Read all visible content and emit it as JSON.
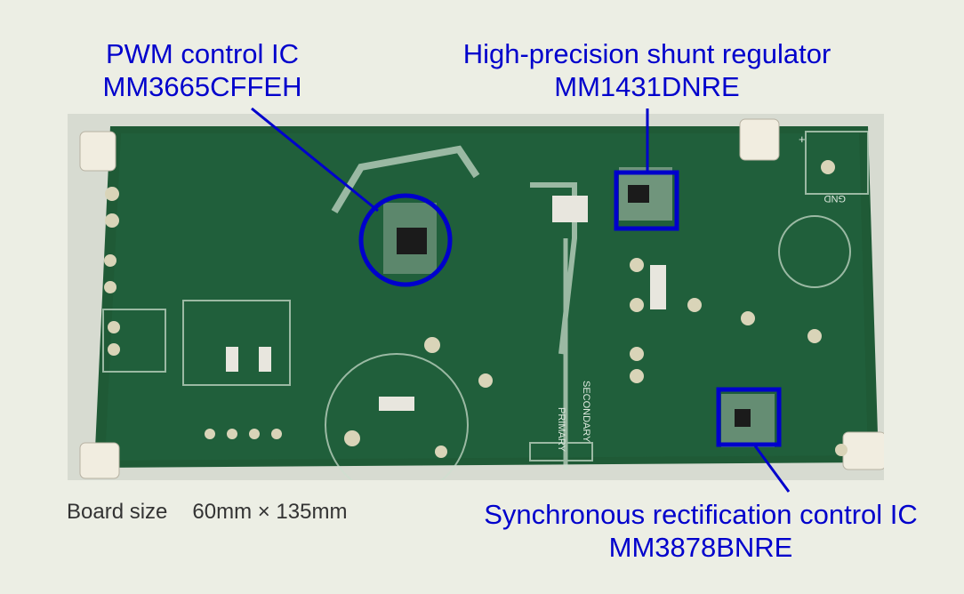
{
  "callouts": {
    "pwm": {
      "title": "PWM control IC",
      "part": "MM3665CFFEH"
    },
    "shunt": {
      "title": "High-precision shunt regulator",
      "part": "MM1431DNRE"
    },
    "sync": {
      "title": "Synchronous rectification control IC",
      "part": "MM3878BNRE"
    }
  },
  "caption": {
    "label": "Board size",
    "value": "60mm × 135mm"
  },
  "board_markings": {
    "primary": "PRIMARY",
    "secondary": "SECONDARY",
    "gnd": "GND",
    "plus": "+"
  },
  "colors": {
    "highlight": "#0000cc",
    "board": "#1f5a36",
    "background": "#eceee4"
  }
}
